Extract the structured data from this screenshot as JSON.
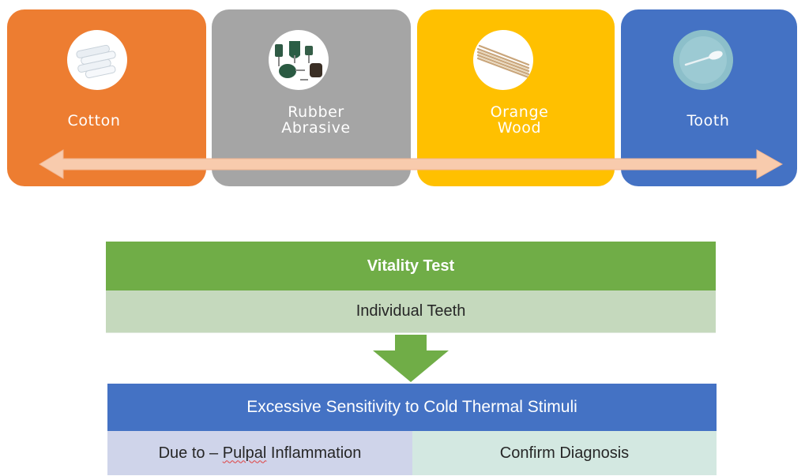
{
  "colors": {
    "cotton": "#ed7d31",
    "rubber_abrasive": "#a5a5a5",
    "orange_wood": "#ffc000",
    "tooth": "#4472c4",
    "double_arrow": "#f8cbad",
    "vitality_header": "#70ad47",
    "individual_teeth": "#c5d9bd",
    "down_arrow": "#70ad47",
    "sensitivity_header": "#4472c4",
    "due_to": "#cfd4ea",
    "confirm": "#d3e8e1"
  },
  "cards": [
    {
      "label_line1": "Cotton",
      "label_line2": "",
      "icon": "cotton-rolls-icon"
    },
    {
      "label_line1": "Rubber",
      "label_line2": "Abrasive",
      "icon": "rubber-abrasive-points-icon"
    },
    {
      "label_line1": "Orange",
      "label_line2": "Wood",
      "icon": "orange-wood-sticks-icon"
    },
    {
      "label_line1": "Tooth",
      "label_line2": "",
      "icon": "tooth-swab-icon"
    }
  ],
  "vitality": {
    "title": "Vitality Test",
    "subtitle": "Individual Teeth"
  },
  "sensitivity": {
    "title": "Excessive Sensitivity to Cold Thermal Stimuli",
    "due_prefix": "Due to – ",
    "due_underlined": "Pulpal",
    "due_suffix": " Inflammation",
    "confirm": "Confirm Diagnosis"
  }
}
